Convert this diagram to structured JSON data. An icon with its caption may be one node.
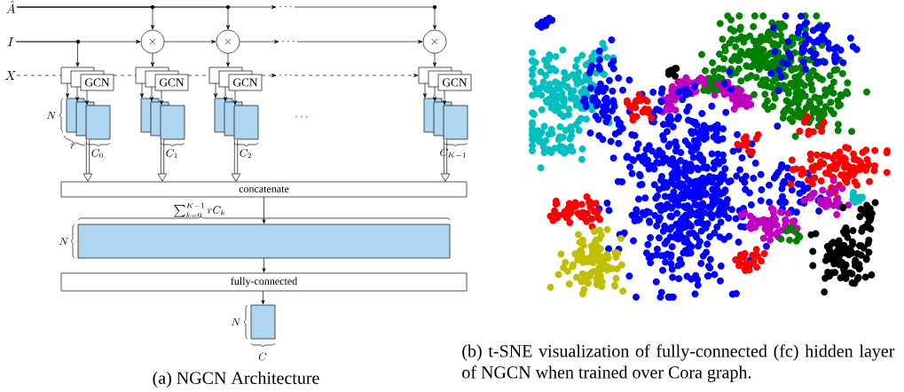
{
  "diagram": {
    "nodes": [
      {
        "text": [
          "\\hat{A}"
        ]
      },
      {
        "text": [
          "I"
        ]
      },
      {
        "text": [
          "X"
        ]
      },
      {
        "text": [
          "\\times"
        ]
      },
      {
        "text": [
          "\\times"
        ]
      },
      {
        "text": [
          "\\times"
        ]
      },
      {
        "text": [
          "\\cdots"
        ]
      },
      {
        "text": [
          "\\cdots"
        ]
      },
      {
        "text": [
          "\\cdots"
        ]
      },
      {
        "text": [
          "GCN"
        ]
      },
      {
        "text": [],
        "shape": "box"
      },
      {
        "text": [],
        "shape": "box"
      },
      {
        "text": [],
        "shape": "box"
      },
      {
        "text": [
          "GCN"
        ]
      },
      {
        "text": [],
        "shape": "box"
      },
      {
        "text": [],
        "shape": "box"
      },
      {
        "text": [],
        "shape": "box"
      },
      {
        "text": [
          "GCN"
        ]
      },
      {
        "text": [],
        "shape": "box"
      },
      {
        "text": [],
        "shape": "box"
      },
      {
        "text": [],
        "shape": "box"
      },
      {
        "text": [
          "GCN"
        ]
      },
      {
        "text": [],
        "shape": "box"
      },
      {
        "text": [],
        "shape": "box"
      },
      {
        "text": [],
        "shape": "box"
      },
      {
        "text": [
          "concatenate"
        ]
      },
      {
        "text": [],
        "shape": "box"
      },
      {
        "text": [
          "fully-connected"
        ]
      },
      {
        "text": [],
        "shape": "box"
      }
    ],
    "edges": [
      {
        "from": 0,
        "to": 3,
        "arrow": "to"
      },
      {
        "from": 0,
        "to": 4,
        "arrow": "to"
      },
      {
        "from": 0,
        "to": 6,
        "arrow": "to"
      },
      {
        "from": 6,
        "to": 5,
        "arrow": "to"
      },
      {
        "from": 1,
        "to": 9,
        "arrow": "to"
      },
      {
        "from": 1,
        "to": 3,
        "arrow": "to"
      },
      {
        "from": 3,
        "to": 4,
        "arrow": "to"
      },
      {
        "from": 4,
        "to": 7,
        "arrow": "to"
      },
      {
        "from": 7,
        "to": 5,
        "arrow": "to"
      },
      {
        "from": 3,
        "to": 13,
        "arrow": "to"
      },
      {
        "from": 4,
        "to": 17,
        "arrow": "to"
      },
      {
        "from": 5,
        "to": 21,
        "arrow": "to"
      },
      {
        "from": 2,
        "to": 9,
        "arrow": "none",
        "style": "dashed"
      },
      {
        "from": 9,
        "to": 13,
        "arrow": "none",
        "style": "dashed"
      },
      {
        "from": 13,
        "to": 17,
        "arrow": "none",
        "style": "dashed"
      },
      {
        "from": 17,
        "to": 8,
        "arrow": "to",
        "style": "dashed"
      },
      {
        "from": 8,
        "to": 21,
        "arrow": "to",
        "style": "dashed"
      },
      {
        "from": 9,
        "to": 10,
        "arrow": "to"
      },
      {
        "from": 9,
        "to": 11,
        "arrow": "to"
      },
      {
        "from": 9,
        "to": 12,
        "arrow": "to"
      },
      {
        "from": 13,
        "to": 14,
        "arrow": "to"
      },
      {
        "from": 13,
        "to": 15,
        "arrow": "to"
      },
      {
        "from": 13,
        "to": 16,
        "arrow": "to"
      },
      {
        "from": 17,
        "to": 18,
        "arrow": "to"
      },
      {
        "from": 17,
        "to": 19,
        "arrow": "to"
      },
      {
        "from": 17,
        "to": 20,
        "arrow": "to"
      },
      {
        "from": 21,
        "to": 22,
        "arrow": "to"
      },
      {
        "from": 21,
        "to": 23,
        "arrow": "to"
      },
      {
        "from": 21,
        "to": 24,
        "arrow": "to"
      },
      {
        "from": 12,
        "to": 25,
        "arrow": "to",
        "style": "thick"
      },
      {
        "from": 16,
        "to": 25,
        "arrow": "to",
        "style": "thick"
      },
      {
        "from": 20,
        "to": 25,
        "arrow": "to",
        "style": "thick"
      },
      {
        "from": 24,
        "to": 25,
        "arrow": "to",
        "style": "thick"
      },
      {
        "from": 25,
        "to": 26,
        "arrow": "to"
      },
      {
        "from": 26,
        "to": 27,
        "arrow": "to"
      },
      {
        "from": 27,
        "to": 28,
        "arrow": "to"
      }
    ],
    "labels": [
      "N",
      "r",
      "C_0",
      "C_1",
      "C_2",
      "C_{K-1}",
      "\\cdots",
      "\\sum_{k=0}^{K-1} rC_k",
      "N",
      "N",
      "C",
      "(a) NGCN Architecture",
      "(b) t-SNE visualization of fully-connected (fc) hidden layer of NGCN when trained over Cora graph."
    ]
  }
}
